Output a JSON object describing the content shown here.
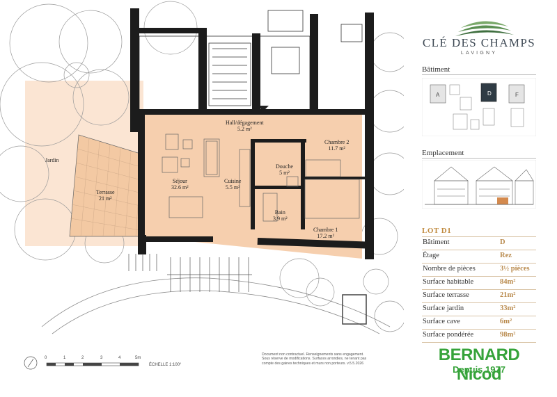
{
  "plan": {
    "rooms": {
      "hall": {
        "name": "Hall/dégagement",
        "area": "5.2 m²"
      },
      "sejour": {
        "name": "Séjour",
        "area": "32.6 m²"
      },
      "cuisine": {
        "name": "Cuisine",
        "area": "5.5 m²"
      },
      "douche": {
        "name": "Douche",
        "area": "5 m²"
      },
      "bain": {
        "name": "Bain",
        "area": "3.9 m²"
      },
      "chambre1": {
        "name": "Chambre 1",
        "area": "17.2 m²"
      },
      "chambre2": {
        "name": "Chambre 2",
        "area": "11.7 m²"
      },
      "terrasse": {
        "name": "Terrasse",
        "area": "21 m²"
      },
      "jardin": {
        "name": "Jardin"
      }
    },
    "scale": {
      "ticks": [
        "0",
        "1",
        "2",
        "3",
        "4",
        "5m"
      ],
      "label": "ÉCHELLE 1:100°"
    },
    "disclaimer": "Document non contractuel. Renseignements sans engagement. Sous réserve de modifications. Surfaces arrondies, ne tenant pas compte des gaines techniques et murs non porteurs. v.5.5.2026"
  },
  "brand": {
    "name": "CLÉ DES CHAMPS",
    "location": "LAVIGNY"
  },
  "sections": {
    "batiment": "Bâtiment",
    "emplacement": "Emplacement"
  },
  "keyplan": {
    "labels": [
      "A",
      "D",
      "F"
    ]
  },
  "lot": {
    "title": "LOT D1",
    "specs": [
      {
        "label": "Bâtiment",
        "value": "D"
      },
      {
        "label": "Étage",
        "value": "Rez"
      },
      {
        "label": "Nombre de pièces",
        "value": "3½ pièces"
      },
      {
        "label": "Surface habitable",
        "value": "84m²"
      },
      {
        "label": "Surface terrasse",
        "value": "21m²"
      },
      {
        "label": "Surface jardin",
        "value": "33m²"
      },
      {
        "label": "Surface cave",
        "value": "6m²"
      },
      {
        "label": "Surface pondérée",
        "value": "98m²"
      }
    ]
  },
  "agency": {
    "name": "BERNARD Nicod",
    "tagline": "Depuis 1977"
  },
  "colors": {
    "apartment": "#f6cfae",
    "garden": "#fbe5d3",
    "wall": "#1c1c1c",
    "accent": "#c08a3e",
    "logo": "#36a33a"
  }
}
